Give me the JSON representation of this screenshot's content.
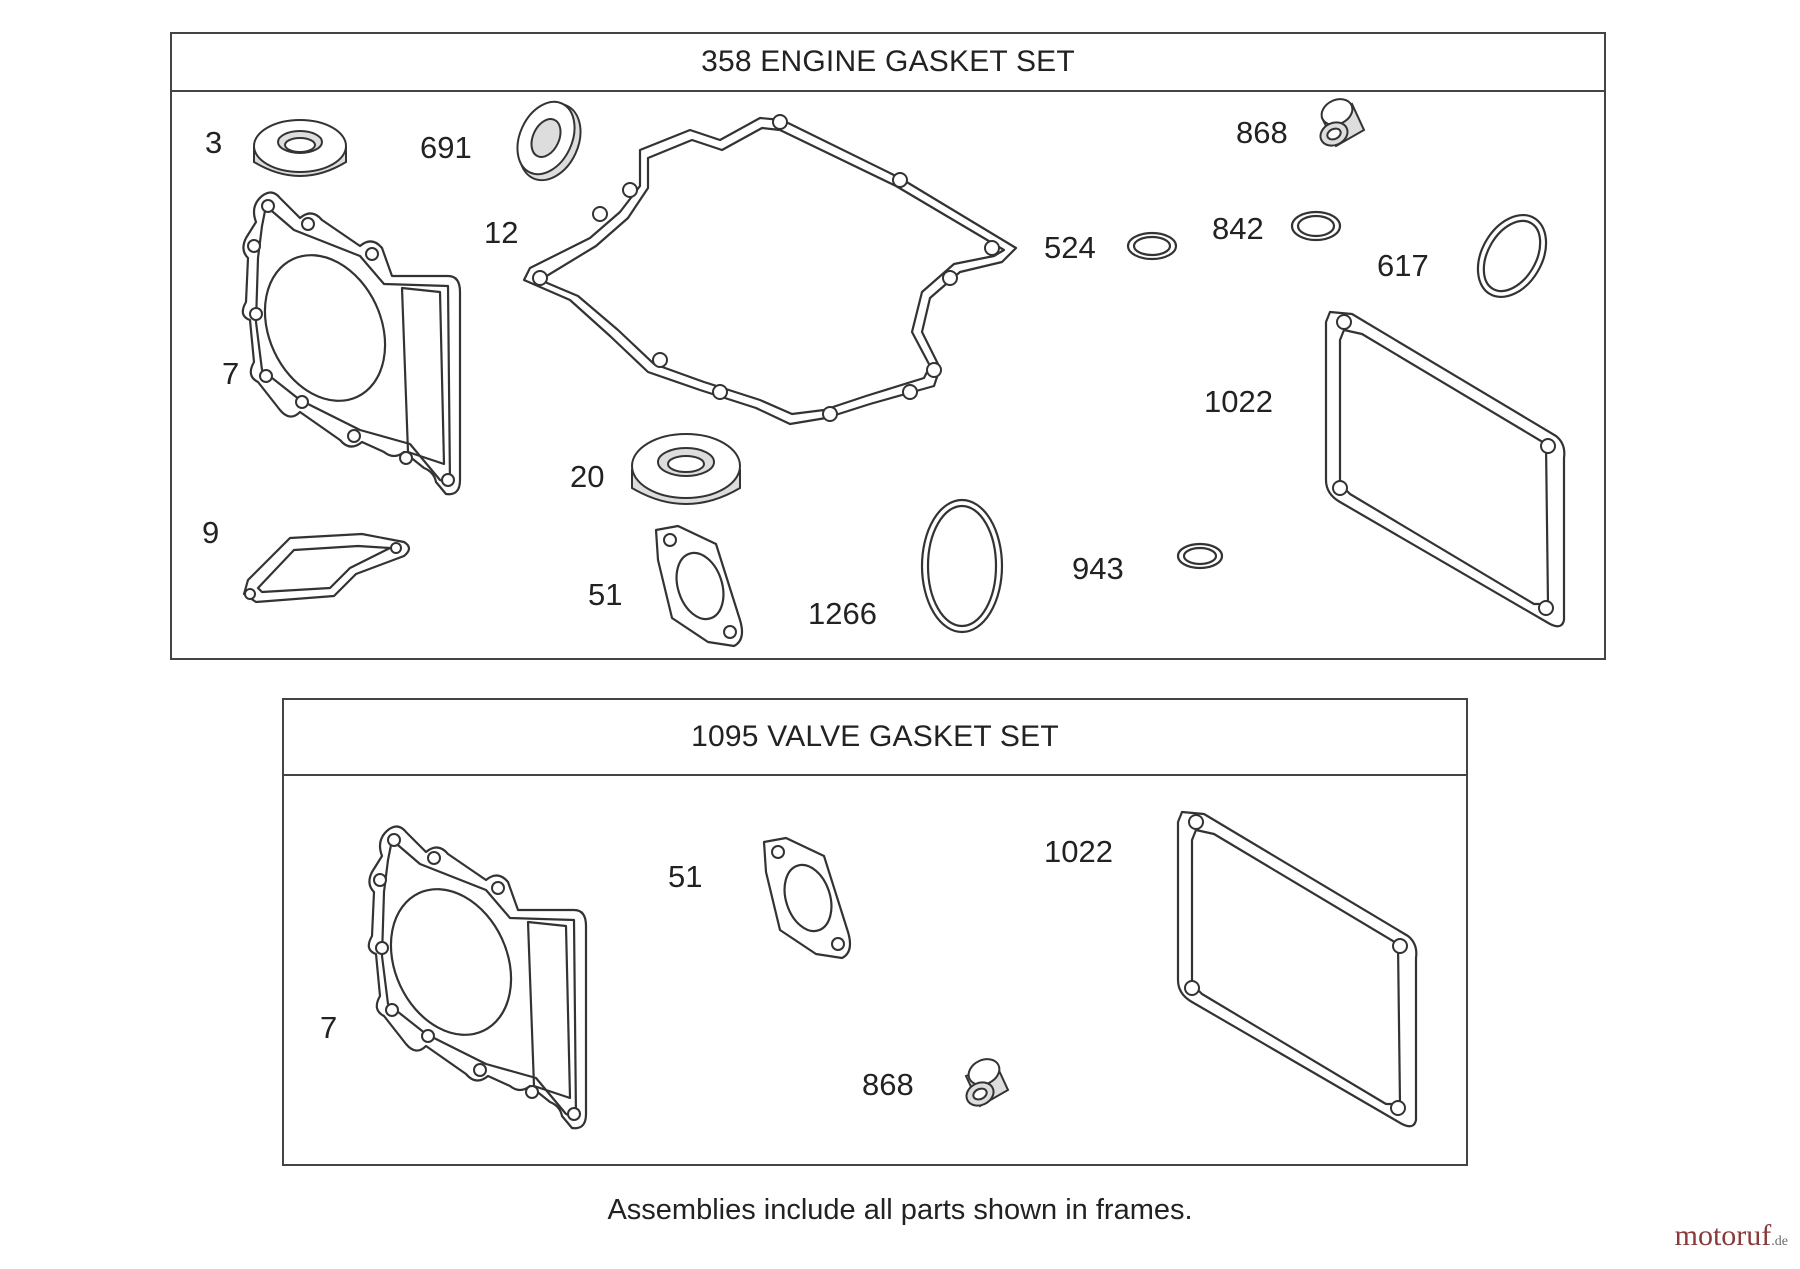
{
  "frames": {
    "engine": {
      "title": "358 ENGINE GASKET SET"
    },
    "valve": {
      "title": "1095 VALVE GASKET SET"
    }
  },
  "callouts": {
    "engine": {
      "p3": "3",
      "p691": "691",
      "p12": "12",
      "p868": "868",
      "p524": "524",
      "p842": "842",
      "p617": "617",
      "p7": "7",
      "p1022": "1022",
      "p20": "20",
      "p9": "9",
      "p51": "51",
      "p1266": "1266",
      "p943": "943"
    },
    "valve": {
      "p7": "7",
      "p51": "51",
      "p1022": "1022",
      "p868": "868"
    }
  },
  "footnote": "Assemblies include all parts shown in frames.",
  "watermark": {
    "brand": "motoruf",
    "tld": ".de"
  },
  "colors": {
    "line": "#333333",
    "frame": "#444444",
    "watermark": "#8a3a3a"
  }
}
